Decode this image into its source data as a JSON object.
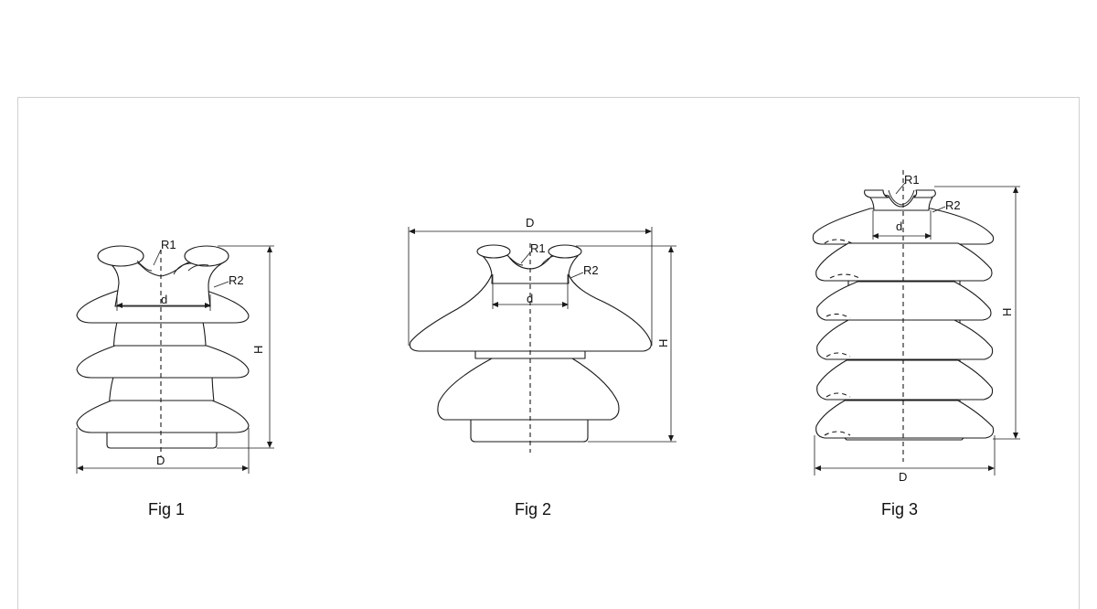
{
  "figures": [
    {
      "caption": "Fig 1",
      "labels": {
        "r1": "R1",
        "r2": "R2",
        "d": "d",
        "D": "D",
        "H": "H"
      }
    },
    {
      "caption": "Fig 2",
      "labels": {
        "r1": "R1",
        "r2": "R2",
        "d": "d",
        "D": "D",
        "H": "H"
      }
    },
    {
      "caption": "Fig 3",
      "labels": {
        "r1": "R1",
        "r2": "R2",
        "d": "d",
        "D": "D",
        "H": "H"
      }
    }
  ]
}
